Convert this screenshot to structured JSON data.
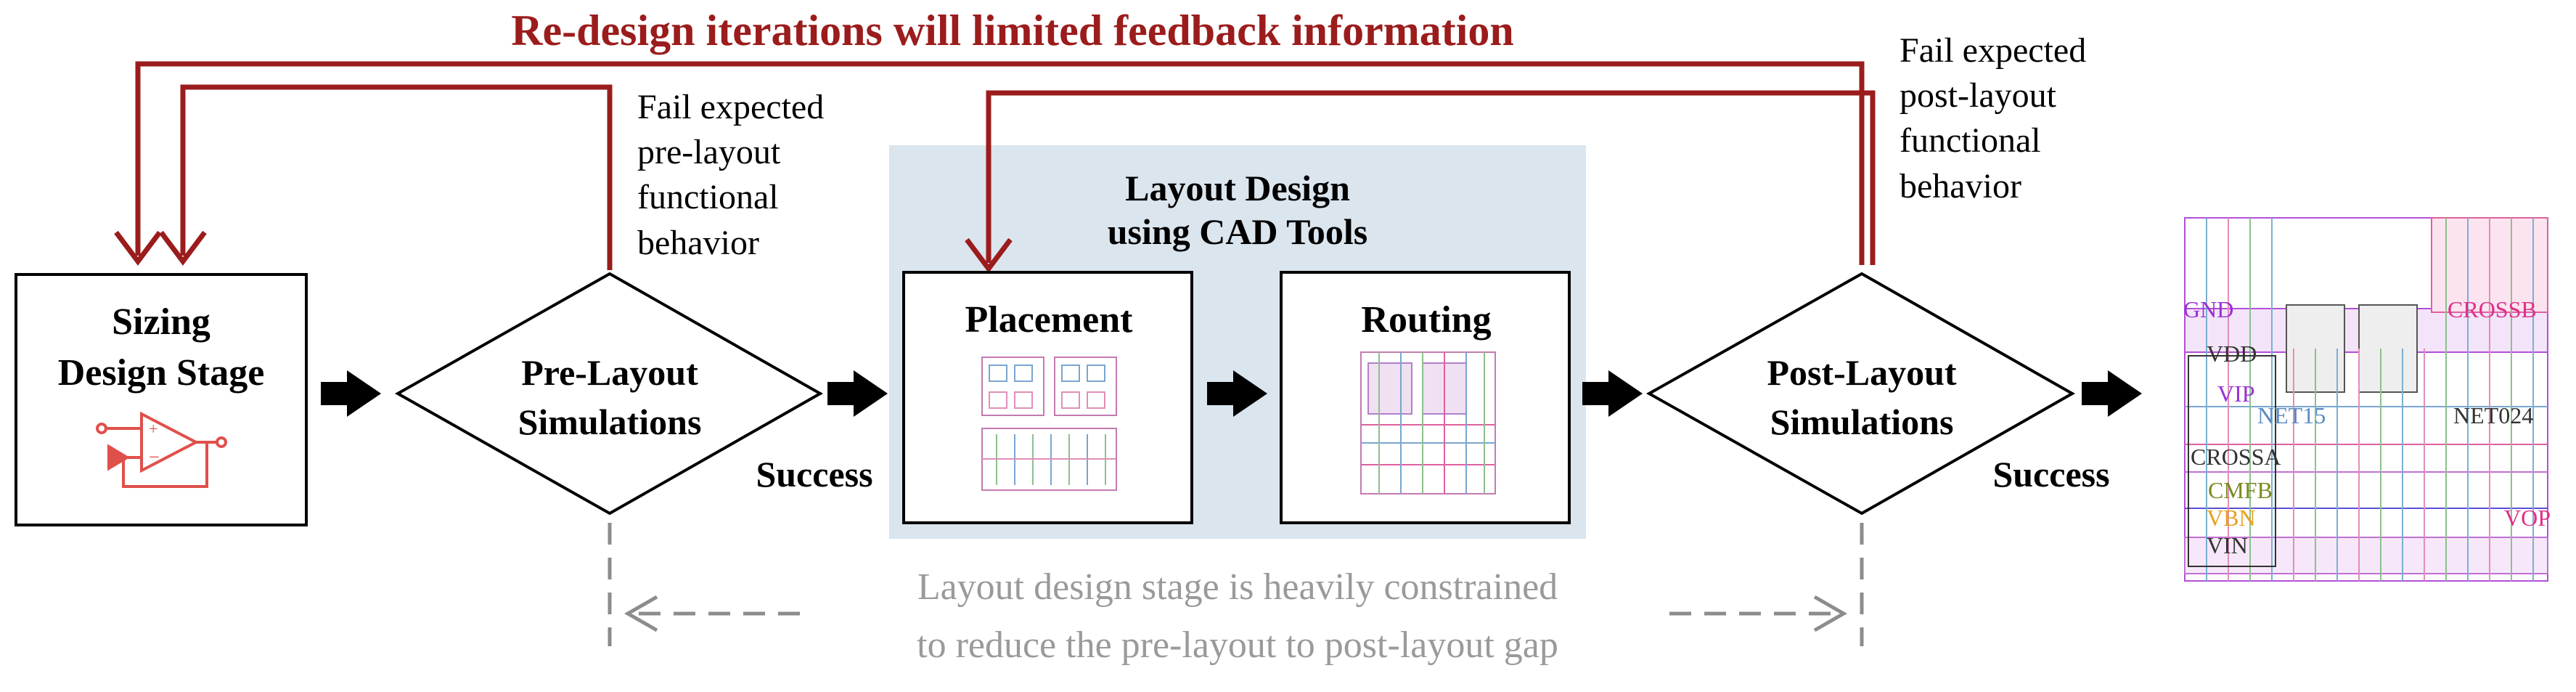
{
  "title": "Re-design iterations will limited feedback information",
  "fail_pre": [
    "Fail expected",
    "pre-layout",
    "functional",
    "behavior"
  ],
  "fail_post": [
    "Fail expected",
    "post-layout",
    "functional",
    "behavior"
  ],
  "sizing": [
    "Sizing",
    "Design Stage"
  ],
  "pre_sim": [
    "Pre-Layout",
    "Simulations"
  ],
  "post_sim": [
    "Post-Layout",
    "Simulations"
  ],
  "layout_design": [
    "Layout Design",
    "using CAD Tools"
  ],
  "placement": "Placement",
  "routing": "Routing",
  "success_1": "Success",
  "success_2": "Success",
  "constraint_note": [
    "Layout design stage is heavily constrained",
    "to reduce the pre-layout to post-layout gap"
  ],
  "layout_labels": [
    "GND",
    "CROSSB",
    "VDD",
    "VIP",
    "NET15",
    "NET024",
    "CROSSA",
    "CMFB",
    "VBN",
    "VOP",
    "VIN"
  ],
  "colors": {
    "feedback": "#9b1c1c",
    "layout_panel": "#dbe5ee",
    "dashed_gray": "#8c8c8c",
    "note_gray": "#9a9a9a",
    "icon_red": "#e0504a",
    "black": "#000000"
  }
}
